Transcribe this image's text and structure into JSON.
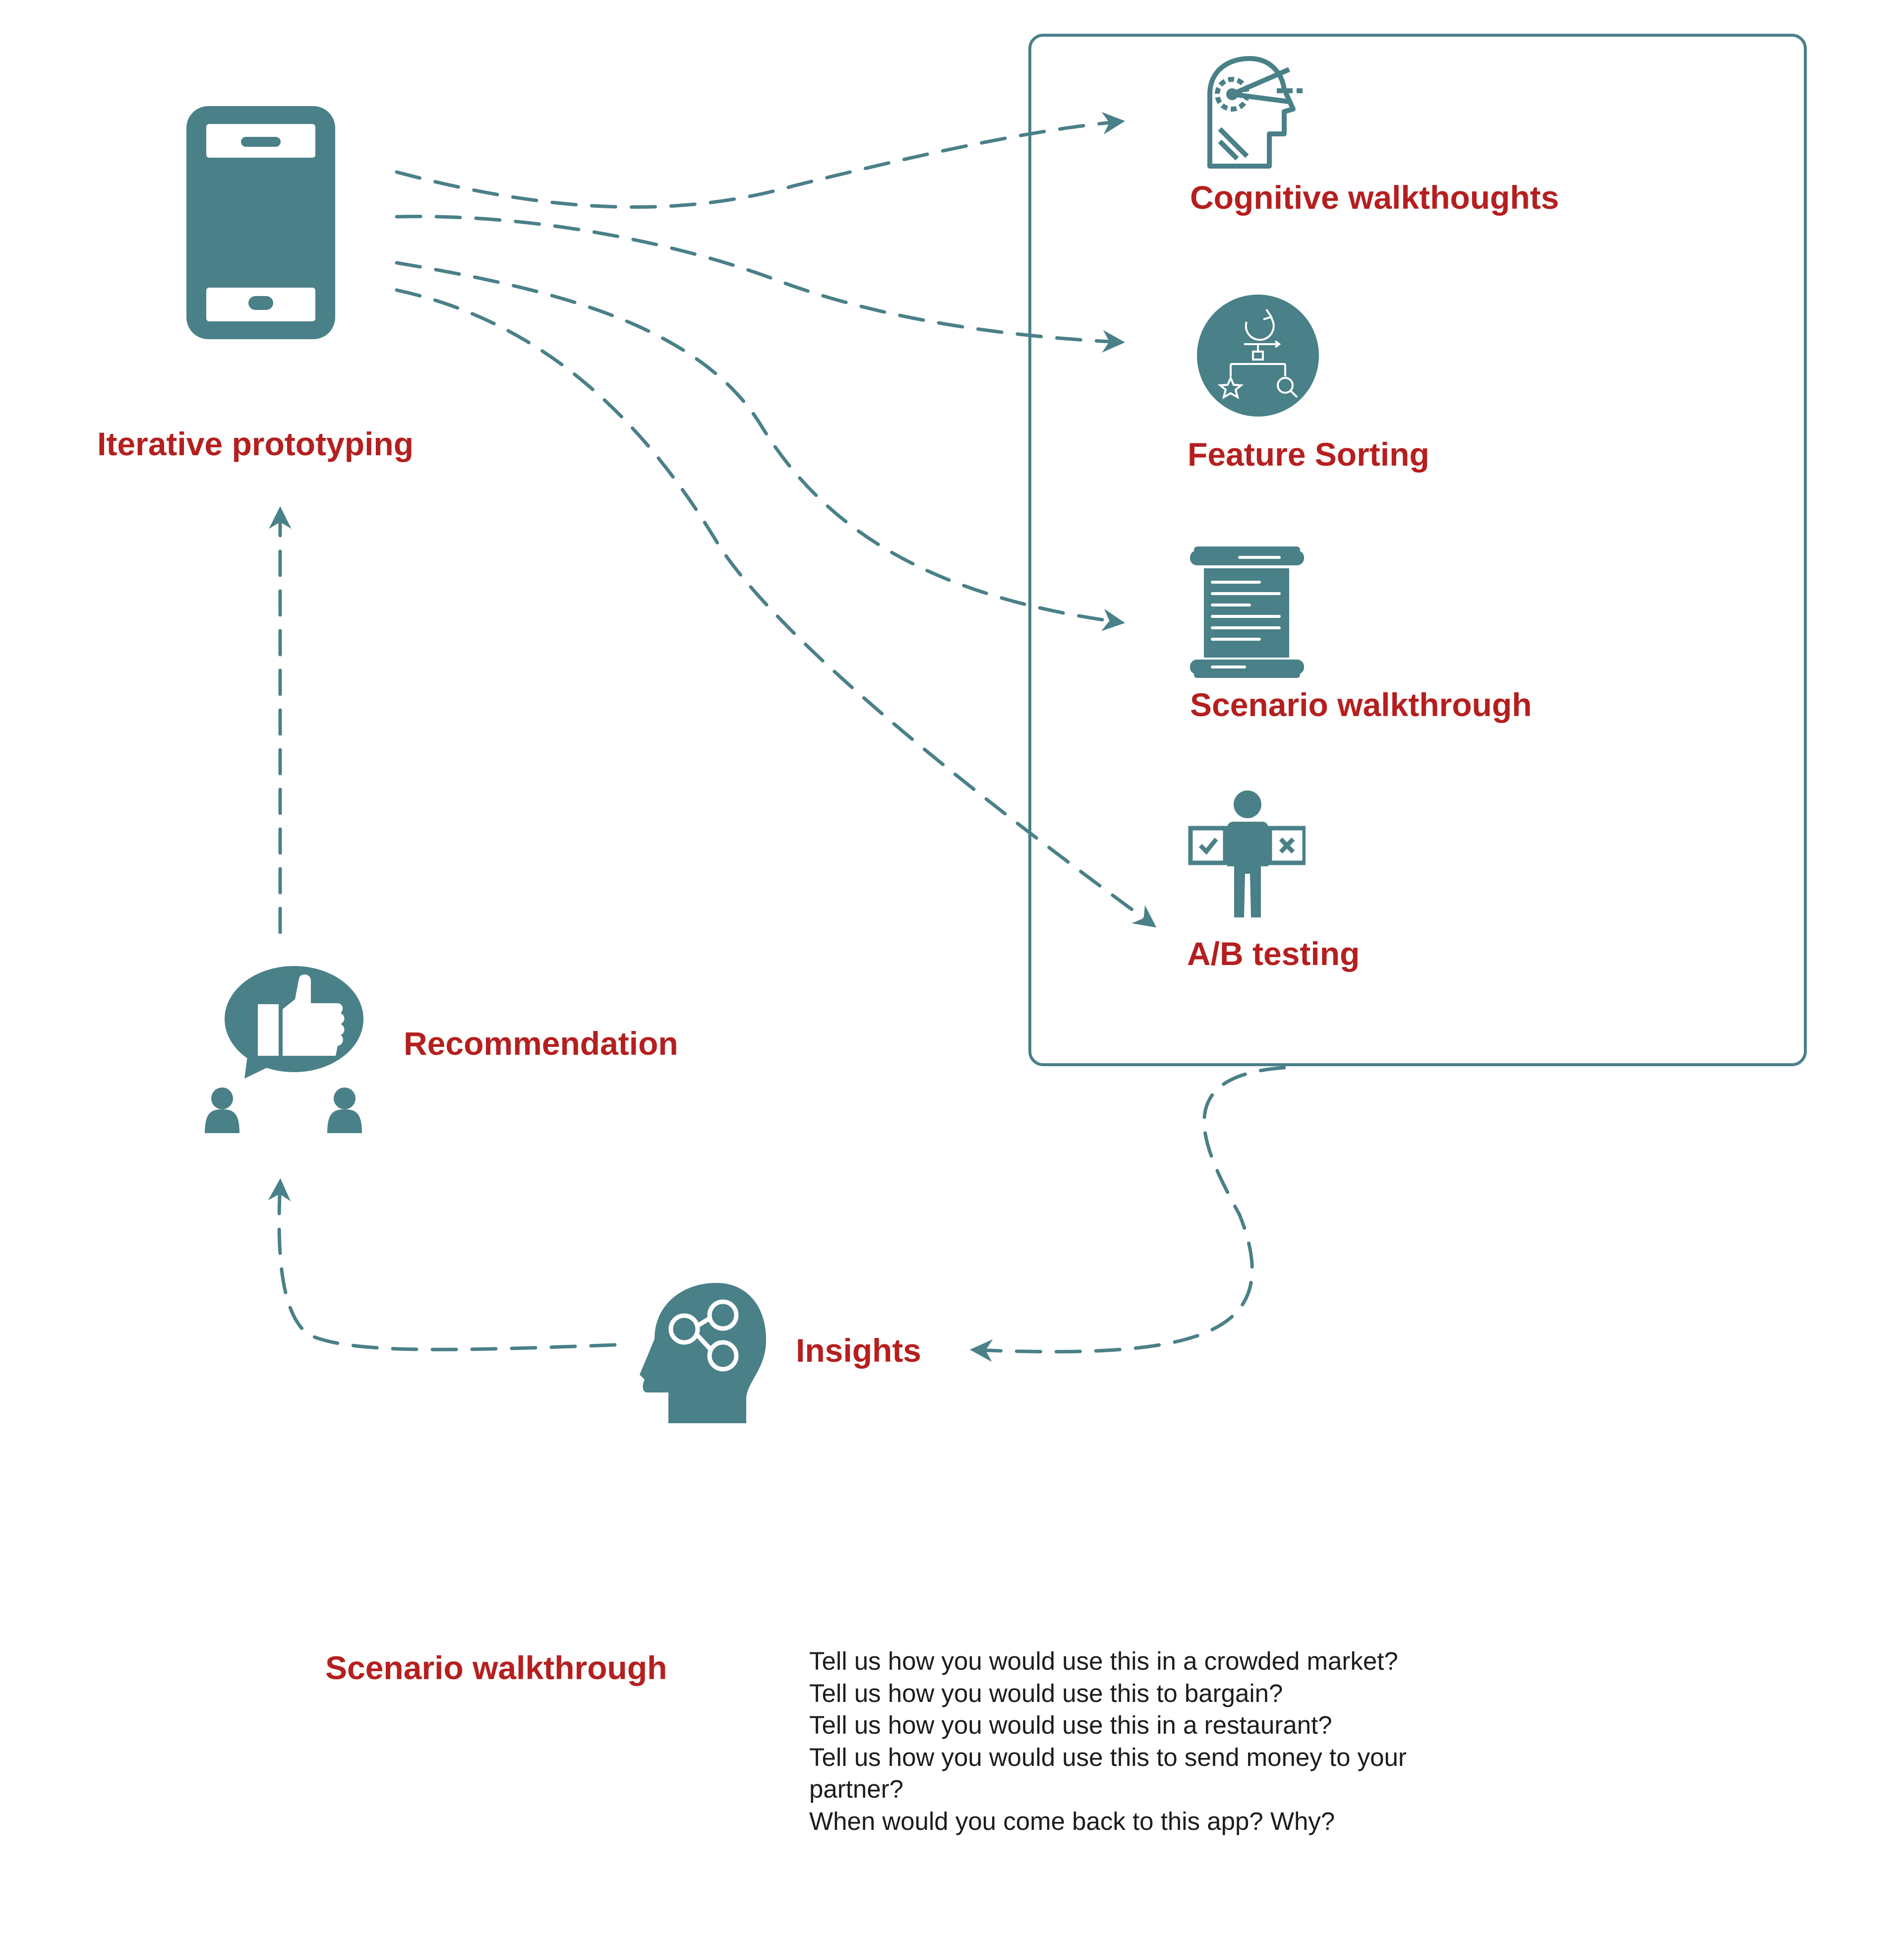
{
  "colors": {
    "teal": "#4a8088",
    "label_red": "#b51f1f",
    "text": "#1c1c1c"
  },
  "nodes": {
    "prototype": {
      "label": "Iterative prototyping",
      "icon": "smartphone-icon"
    },
    "recommendation": {
      "label": "Recommendation",
      "icon": "thumbs-up-speech-bubble-icon"
    },
    "insights": {
      "label": "Insights",
      "icon": "head-network-icon"
    }
  },
  "methods": [
    {
      "label": "Cognitive walkthoughts",
      "icon": "head-gear-icon"
    },
    {
      "label": "Feature Sorting",
      "icon": "flowchart-circle-icon"
    },
    {
      "label": "Scenario walkthrough",
      "icon": "scroll-document-icon"
    },
    {
      "label": "A/B testing",
      "icon": "person-holding-boards-icon"
    }
  ],
  "scenario": {
    "heading": "Scenario walkthrough",
    "questions": [
      "Tell us how you would use this in a crowded market?",
      "Tell us how you would use this to bargain?",
      "Tell us how you would use this in a restaurant?",
      "Tell us how you would use this to send money to your partner?",
      "When would you come back to this app? Why?"
    ]
  }
}
